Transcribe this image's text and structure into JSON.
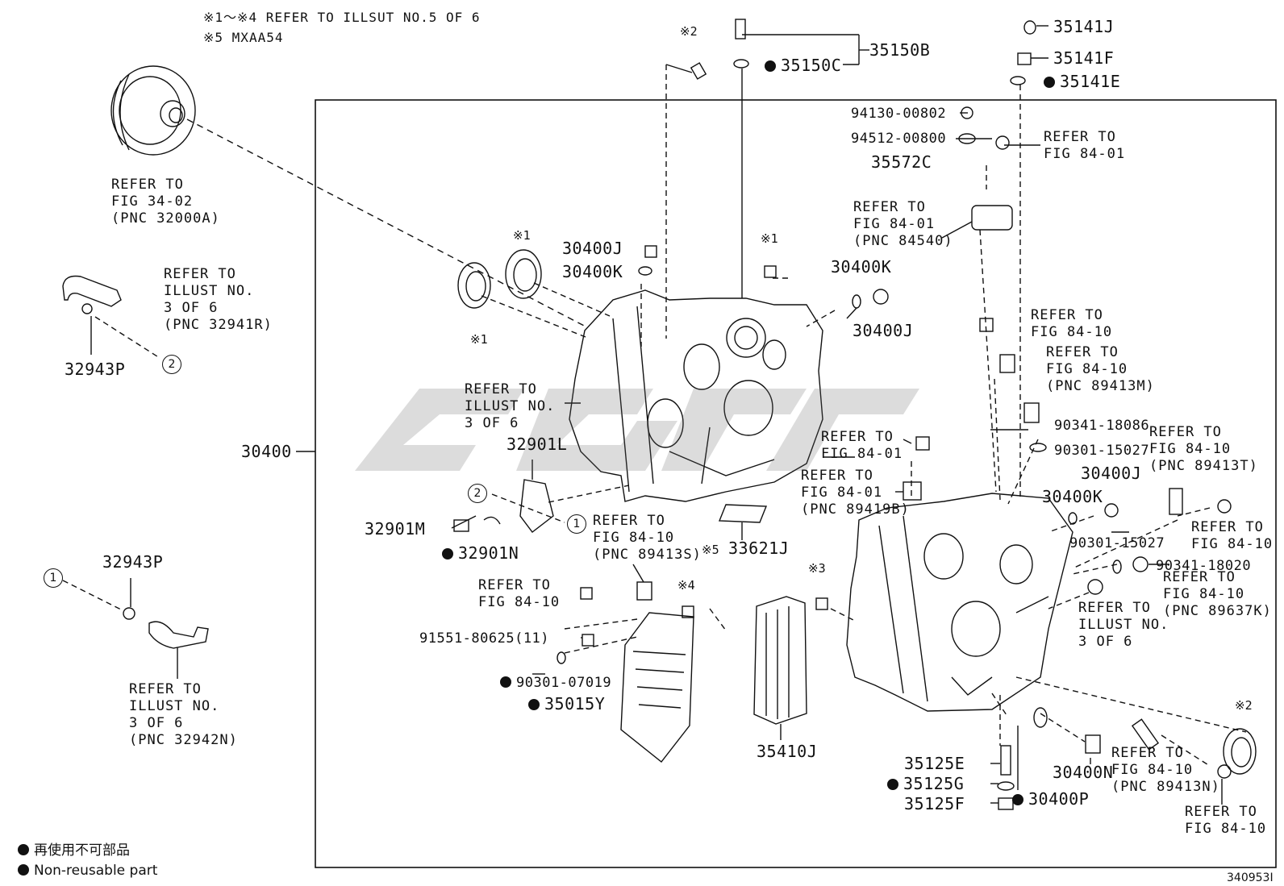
{
  "header": {
    "line1": "※1～※4 REFER TO ILLSUT NO.5 OF 6",
    "line2": "※5 MXAA54"
  },
  "parts": {
    "p35150B": "35150B",
    "p35150C": "35150C",
    "p35141J": "35141J",
    "p35141F": "35141F",
    "p35141E": "35141E",
    "p94130": "94130-00802",
    "p94512": "94512-00800",
    "p35572C": "35572C",
    "p30400J_a": "30400J",
    "p30400K_a": "30400K",
    "p30400K_b": "30400K",
    "p30400J_b": "30400J",
    "p30400": "30400",
    "p32901L": "32901L",
    "p32901M": "32901M",
    "p32901N": "32901N",
    "p33621J": "33621J",
    "p32943P_a": "32943P",
    "p32943P_b": "32943P",
    "p90341_18086": "90341-18086",
    "p90301_15027_a": "90301-15027",
    "p30400J_c": "30400J",
    "p30400K_c": "30400K",
    "p90301_15027_b": "90301-15027",
    "p90341_18020": "90341-18020",
    "p91551": "91551-80625(11)",
    "p90301_07019": "90301-07019",
    "p35015Y": "35015Y",
    "p35410J": "35410J",
    "p35125E": "35125E",
    "p35125G": "35125G",
    "p35125F": "35125F",
    "p30400N": "30400N",
    "p30400P": "30400P"
  },
  "refs": {
    "r_fig3402": "REFER TO\nFIG 34-02\n(PNC 32000A)",
    "r_illust_32941R": "REFER TO\nILLUST NO.\n3 OF 6\n(PNC 32941R)",
    "r_illust_32942N": "REFER TO\nILLUST NO.\n3 OF 6\n(PNC 32942N)",
    "r_illust_3of6_a": "REFER TO\nILLUST NO.\n3 OF 6",
    "r_fig8401_a": "REFER TO\nFIG 84-01",
    "r_fig8401_84540": "REFER TO\nFIG 84-01\n(PNC 84540)",
    "r_fig8410_a": "REFER TO\nFIG 84-10",
    "r_fig8410_89413M": "REFER TO\nFIG 84-10\n(PNC 89413M)",
    "r_fig8401_b": "REFER TO\nFIG 84-01",
    "r_fig8401_89419B": "REFER TO\nFIG 84-01\n(PNC 89419B)",
    "r_fig8410_89413T": "REFER TO\nFIG 84-10\n(PNC 89413T)",
    "r_fig8410_89413S": "REFER TO\nFIG 84-10\n(PNC 89413S)",
    "r_fig8410_b": "REFER TO\nFIG 84-10",
    "r_fig8410_c": "REFER TO\nFIG 84-10",
    "r_fig8410_89637K": "REFER TO\nFIG 84-10\n(PNC 89637K)",
    "r_illust_3of6_b": "REFER TO\nILLUST NO.\n3 OF 6",
    "r_fig8410_89413N": "REFER TO\nFIG 84-10\n(PNC 89413N)",
    "r_fig8410_d": "REFER TO\nFIG 84-10"
  },
  "marks": {
    "m_note2_a": "※2",
    "m_note1_a": "※1",
    "m_note1_b": "※1",
    "m_note1_c": "※1",
    "m_note5": "※5",
    "m_note3": "※3",
    "m_note4": "※4",
    "m_note2_b": "※2"
  },
  "circles": {
    "c2_a": "2",
    "c2_b": "2",
    "c1_a": "1",
    "c1_b": "1"
  },
  "legend": {
    "jp": "再使用不可部品",
    "en": "Non-reusable part"
  },
  "figure_id": "340953I"
}
